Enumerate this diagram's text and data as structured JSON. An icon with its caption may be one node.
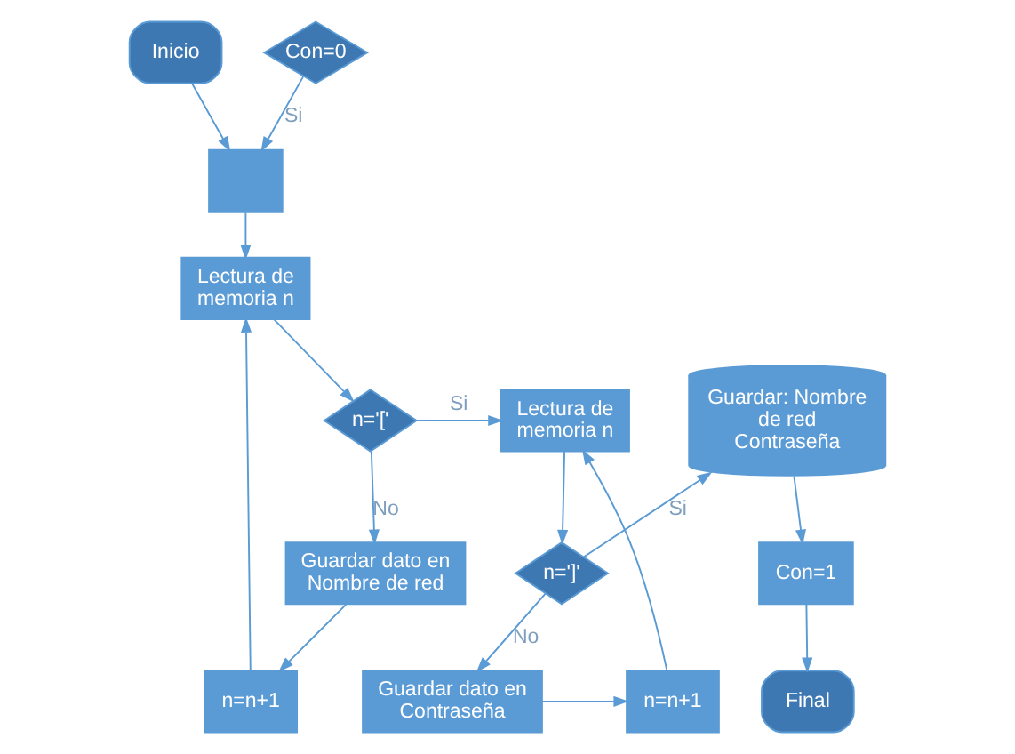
{
  "diagram": {
    "nodes": [
      {
        "text": [
          "Inicio"
        ]
      },
      {
        "text": [],
        "shape": "box"
      },
      {
        "text": [
          "Con=0"
        ]
      },
      {
        "text": [
          "Lectura de memoria n"
        ]
      },
      {
        "text": [
          "n='['"
        ]
      },
      {
        "text": [
          "Lectura de memoria n"
        ]
      },
      {
        "text": [
          "Guardar: Nombre de red Contraseña"
        ]
      },
      {
        "text": [
          "n=']'"
        ]
      },
      {
        "text": [
          "Guardar dato en Nombre de red"
        ]
      },
      {
        "text": [
          "Con=1"
        ]
      },
      {
        "text": [
          "Final"
        ]
      },
      {
        "text": [
          "n=n+1"
        ]
      },
      {
        "text": [
          "n=n+1"
        ]
      },
      {
        "text": [
          "Guardar dato en Contraseña"
        ]
      }
    ],
    "edges": [
      {
        "from": 0,
        "to": 1,
        "arrow": "to"
      },
      {
        "from": 2,
        "to": 1,
        "label": "Si",
        "arrow": "to"
      },
      {
        "from": 1,
        "to": 3,
        "arrow": "to"
      },
      {
        "from": 3,
        "to": 4,
        "arrow": "to"
      },
      {
        "from": 4,
        "to": 5,
        "label": "Si",
        "arrow": "to"
      },
      {
        "from": 4,
        "to": 8,
        "label": "No",
        "arrow": "to"
      },
      {
        "from": 8,
        "to": 11,
        "arrow": "to"
      },
      {
        "from": 11,
        "to": 3,
        "arrow": "to"
      },
      {
        "from": 5,
        "to": 7,
        "arrow": "to"
      },
      {
        "from": 7,
        "to": 6,
        "label": "Si",
        "arrow": "to"
      },
      {
        "from": 7,
        "to": 13,
        "label": "No",
        "arrow": "to"
      },
      {
        "from": 13,
        "to": 12,
        "arrow": "to"
      },
      {
        "from": 12,
        "to": 5,
        "arrow": "to"
      },
      {
        "from": 6,
        "to": 9,
        "arrow": "to"
      },
      {
        "from": 9,
        "to": 10,
        "arrow": "to"
      }
    ]
  }
}
